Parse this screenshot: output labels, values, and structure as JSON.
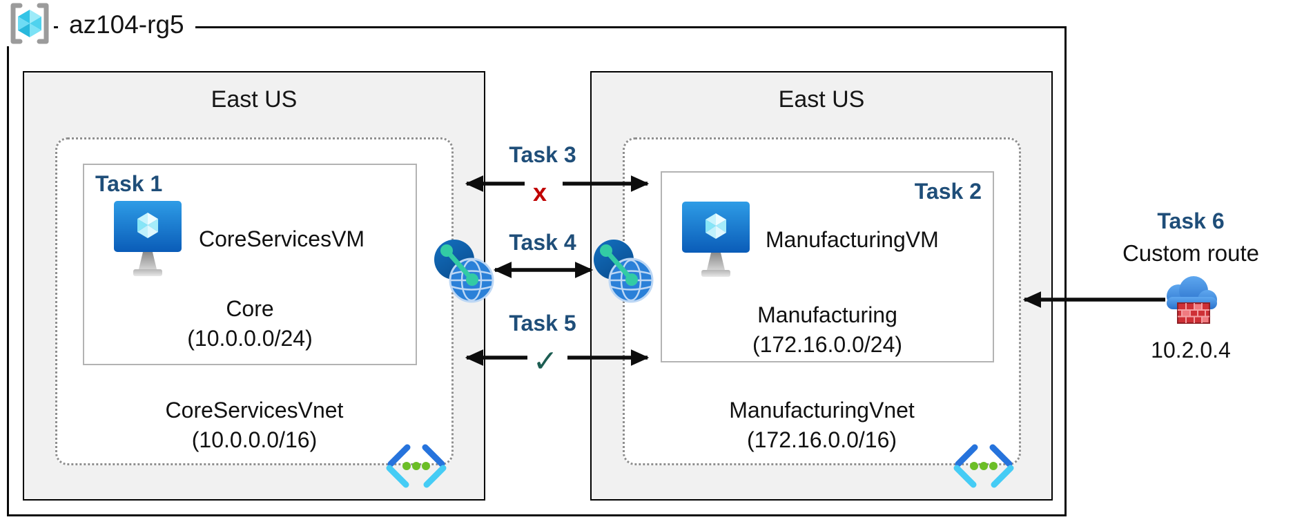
{
  "resource_group": {
    "name": "az104-rg5",
    "icon": "resource-group-icon"
  },
  "regions": [
    {
      "name": "East US",
      "vnet": {
        "name": "CoreServicesVnet",
        "cidr": "(10.0.0.0/16)",
        "icon": "virtual-network-icon"
      },
      "subnet": {
        "task_label": "Task 1",
        "vm": {
          "name": "CoreServicesVM",
          "icon": "virtual-machine-icon"
        },
        "name": "Core",
        "cidr": "(10.0.0.0/24)"
      }
    },
    {
      "name": "East US",
      "vnet": {
        "name": "ManufacturingVnet",
        "cidr": "(172.16.0.0/16)",
        "icon": "virtual-network-icon"
      },
      "subnet": {
        "task_label": "Task 2",
        "vm": {
          "name": "ManufacturingVM",
          "icon": "virtual-machine-icon"
        },
        "name": "Manufacturing",
        "cidr": "(172.16.0.0/24)"
      }
    }
  ],
  "connections": [
    {
      "label": "Task 3",
      "marker": "x",
      "marker_color": "#c00000",
      "type": "bidirectional-arrow"
    },
    {
      "label": "Task 4",
      "type": "bidirectional-arrow",
      "between": "vnet-peering-icons"
    },
    {
      "label": "Task 5",
      "marker": "✓",
      "marker_color": "#1c5d52",
      "type": "bidirectional-arrow"
    }
  ],
  "custom_route": {
    "label": "Task 6",
    "title": "Custom route",
    "ip": "10.2.0.4",
    "icon": "cloud-firewall-icon",
    "type": "left-pointing-arrow"
  },
  "icons": {
    "peering": "vnet-peering-globe-icon"
  },
  "colors": {
    "task_label": "#1f4e79",
    "blocked_x": "#c00000",
    "check": "#1c5d52",
    "region_fill": "#f1f1f1",
    "arrow": "#0d0d0d"
  }
}
